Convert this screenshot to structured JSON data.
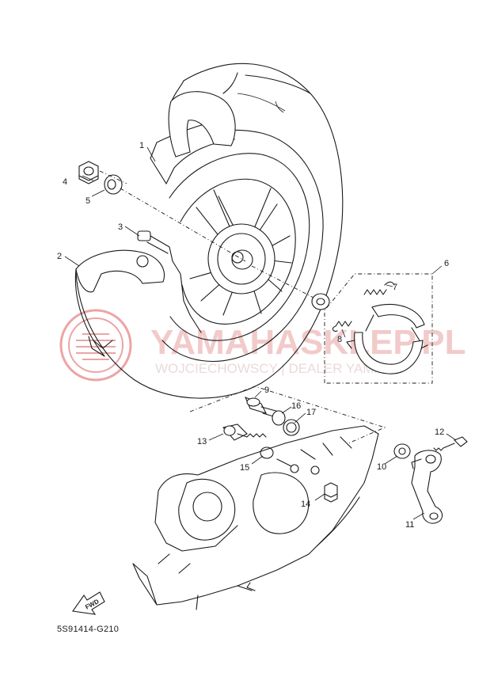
{
  "diagram_code": "5S91414-G210",
  "fwd_label": "FWD",
  "watermark": {
    "brand": "YAMAHASKLEP.PL",
    "tagline": "WOJCIECHOWSCY | DEALER YAMAHA",
    "color": "#e05a5a"
  },
  "callouts": [
    {
      "id": "c1",
      "text": "1"
    },
    {
      "id": "c2",
      "text": "2"
    },
    {
      "id": "c3",
      "text": "3"
    },
    {
      "id": "c4",
      "text": "4"
    },
    {
      "id": "c5",
      "text": "5"
    },
    {
      "id": "c6",
      "text": "6"
    },
    {
      "id": "c7",
      "text": "7"
    },
    {
      "id": "c8",
      "text": "8"
    },
    {
      "id": "c9",
      "text": "9"
    },
    {
      "id": "c10",
      "text": "10"
    },
    {
      "id": "c11",
      "text": "11"
    },
    {
      "id": "c12",
      "text": "12"
    },
    {
      "id": "c13",
      "text": "13"
    },
    {
      "id": "c14",
      "text": "14"
    },
    {
      "id": "c15",
      "text": "15"
    },
    {
      "id": "c16",
      "text": "16"
    },
    {
      "id": "c17",
      "text": "17"
    }
  ]
}
